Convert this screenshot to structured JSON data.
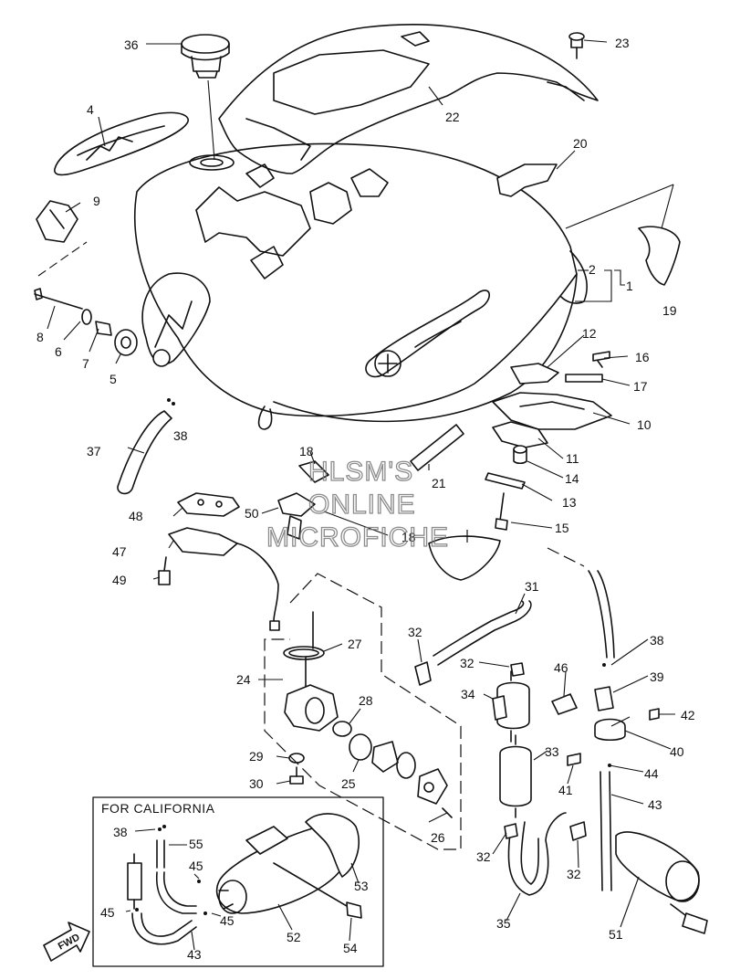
{
  "watermark": {
    "line1": "HLSM'S",
    "line2": "ONLINE",
    "line3": "MICROFICHE"
  },
  "california_box": {
    "title": "FOR CALIFORNIA"
  },
  "fwd_arrow": {
    "label": "FWD"
  },
  "callouts": {
    "c1": "1",
    "c2": "2",
    "c4": "4",
    "c5": "5",
    "c6": "6",
    "c7": "7",
    "c8": "8",
    "c9": "9",
    "c10": "10",
    "c11": "11",
    "c12": "12",
    "c13": "13",
    "c14": "14",
    "c15": "15",
    "c16": "16",
    "c17": "17",
    "c18a": "18",
    "c18b": "18",
    "c19": "19",
    "c20": "20",
    "c21": "21",
    "c22": "22",
    "c23": "23",
    "c24": "24",
    "c25": "25",
    "c26": "26",
    "c27": "27",
    "c28": "28",
    "c29": "29",
    "c30": "30",
    "c31": "31",
    "c32a": "32",
    "c32b": "32",
    "c32c": "32",
    "c32d": "32",
    "c33": "33",
    "c34": "34",
    "c35": "35",
    "c36": "36",
    "c37": "37",
    "c38a": "38",
    "c38b": "38",
    "c38c": "38",
    "c39": "39",
    "c40": "40",
    "c41": "41",
    "c42": "42",
    "c43a": "43",
    "c43b": "43",
    "c44": "44",
    "c45a": "45",
    "c45b": "45",
    "c45c": "45",
    "c46": "46",
    "c47": "47",
    "c48": "48",
    "c49": "49",
    "c50": "50",
    "c51": "51",
    "c52": "52",
    "c53": "53",
    "c54": "54",
    "c55": "55"
  }
}
